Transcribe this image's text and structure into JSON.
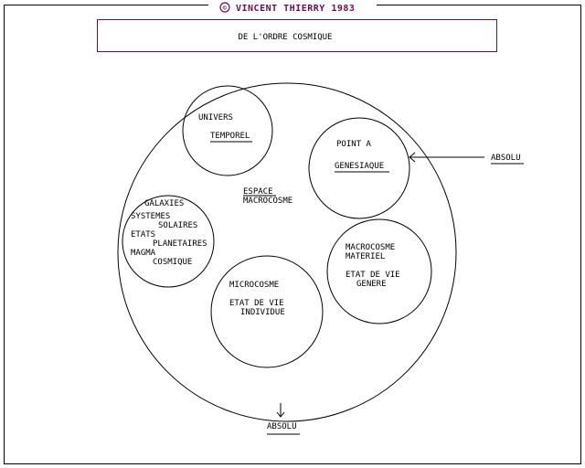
{
  "header": {
    "copyright_symbol": "©",
    "copyright_text": "VINCENT THIERRY 1983",
    "title": "DE L'ORDRE COSMIQUE"
  },
  "colors": {
    "accent": "#6b0f4a",
    "ink": "#000000",
    "background": "#ffffff"
  },
  "diagram": {
    "center": {
      "line1": "ESPACE",
      "line2": "MACROCOSME"
    },
    "univers": {
      "line1": "UNIVERS",
      "line2": "TEMPOREL"
    },
    "point": {
      "line1": "POINT A",
      "line2": "GENESIAQUE"
    },
    "galaxies": {
      "line1": "GALAXIES",
      "line2": "SYSTEMES",
      "line3": "SOLAIRES",
      "line4": "ETATS",
      "line5": "PLANETAIRES",
      "line6": "MAGMA",
      "line7": "COSMIQUE"
    },
    "materiel": {
      "line1": "MACROCOSME",
      "line2": "MATERIEL",
      "line3": "ETAT DE VIE",
      "line4": "GENERE"
    },
    "microcosme": {
      "line1": "MICROCOSME",
      "line2": "ETAT DE VIE",
      "line3": "INDIVIDUE"
    },
    "absolu_right": "ABSOLU",
    "absolu_bottom": "ABSOLU"
  }
}
